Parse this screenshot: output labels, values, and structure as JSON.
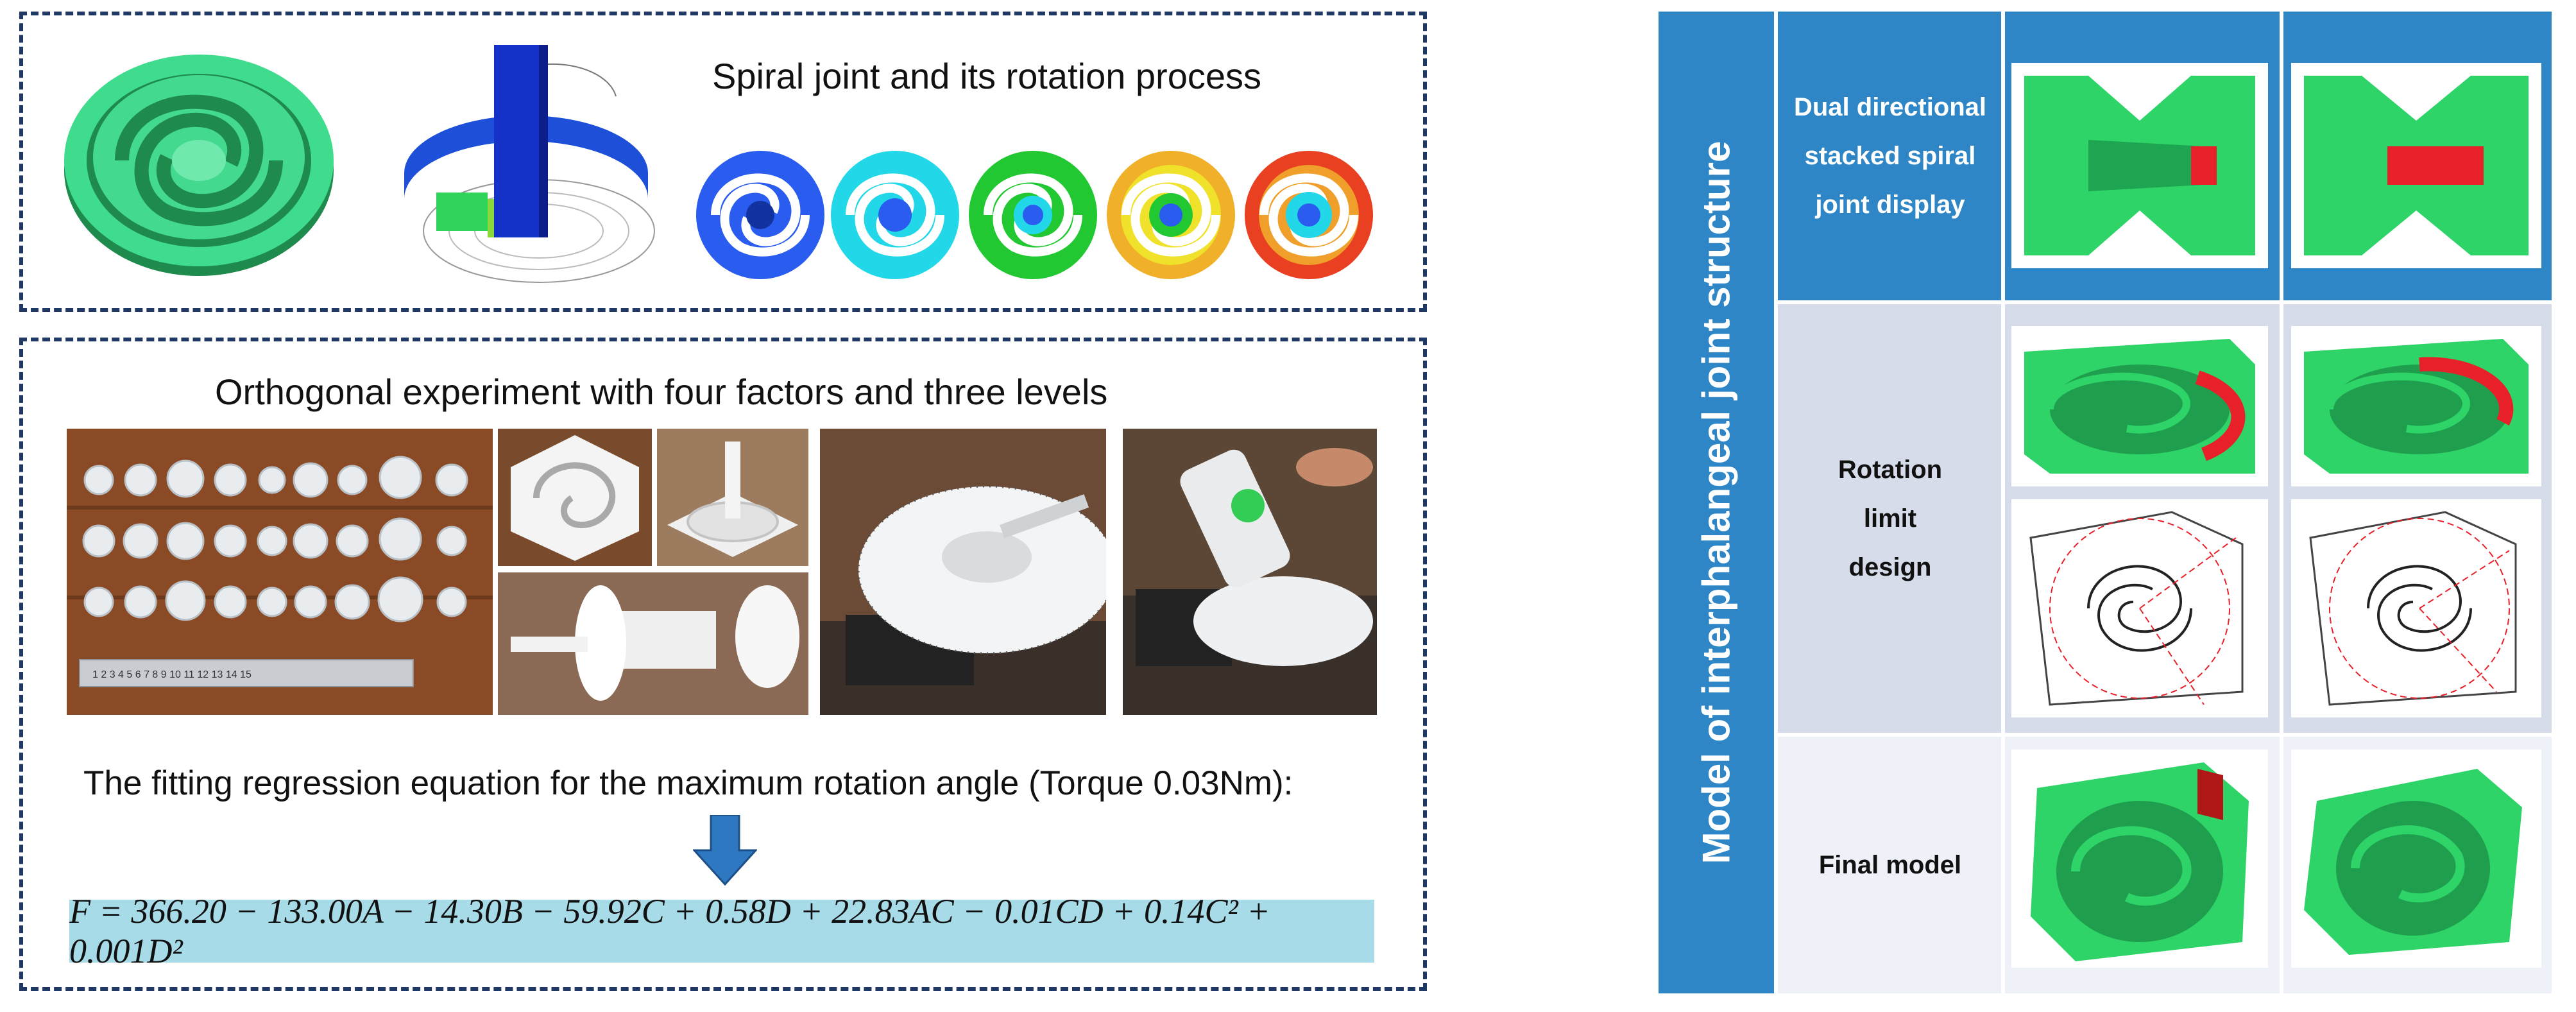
{
  "top_panel": {
    "title": "Spiral joint and its rotation process",
    "sim_colors": [
      "#2a5cf0",
      "#22d8e8",
      "#22c832",
      "#f0e22a",
      "#e84020"
    ]
  },
  "bottom_panel": {
    "title": "Orthogonal experiment with four factors and three levels",
    "regression_caption": "The fitting regression equation for the maximum rotation angle (Torque 0.03Nm):",
    "equation": "F = 366.20 − 133.00A − 14.30B − 59.92C + 0.58D + 22.83AC − 0.01CD + 0.14C² + 0.001D²",
    "ruler_text": "1 2 3 4 5 6 7 8 9 10 11 12 13 14 15"
  },
  "table": {
    "side_title": "Model of interphalangeal joint structure",
    "rows": [
      {
        "label": "Dual directional stacked spiral joint display"
      },
      {
        "label": "Rotation limit design"
      },
      {
        "label": "Final model"
      }
    ],
    "colors": {
      "header_blue": "#2e86c6",
      "row2_bg": "#d6dcea",
      "row3_bg": "#eef1f8",
      "model_green": "#2ed467",
      "limit_red": "#e8202a"
    }
  }
}
